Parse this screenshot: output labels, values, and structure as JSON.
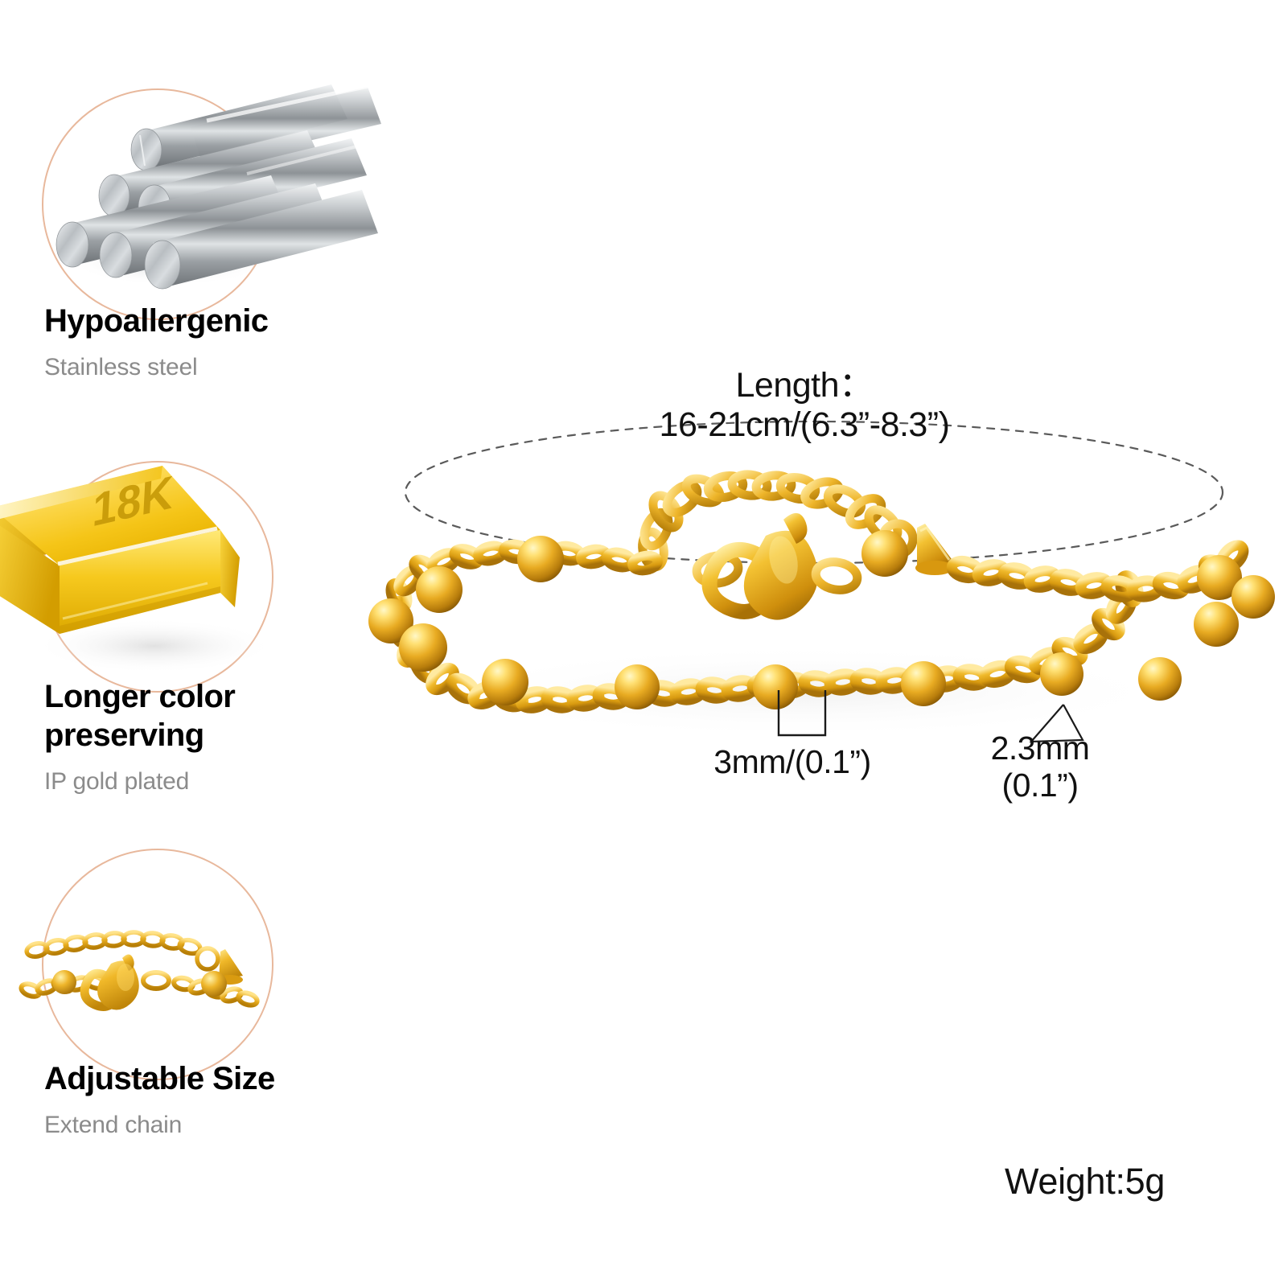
{
  "product": {
    "type": "gold-beaded-chain-bracelet",
    "accent_border_color": "#e8b89c",
    "gold_color": "#e2a83c",
    "steel_color": "#b4b8bb"
  },
  "features": [
    {
      "icon": "steel-rods-icon",
      "title": "Hypoallergenic",
      "subtitle": "Stainless steel"
    },
    {
      "icon": "gold-bar-18k-icon",
      "title": "Longer color\npreserving",
      "title_line1": "Longer color",
      "title_line2": "preserving",
      "subtitle": "IP gold plated",
      "engraving": "18K"
    },
    {
      "icon": "clasp-extender-chain-icon",
      "title": "Adjustable Size",
      "subtitle": "Extend chain"
    }
  ],
  "annotations": {
    "length_line1": "Length：",
    "length_line2": "16-21cm/(6.3”-8.3”)",
    "bead_diameter": "3mm/(0.1”)",
    "chain_width_line1": "2.3mm",
    "chain_width_line2": "(0.1”)",
    "weight": "Weight:5g"
  }
}
